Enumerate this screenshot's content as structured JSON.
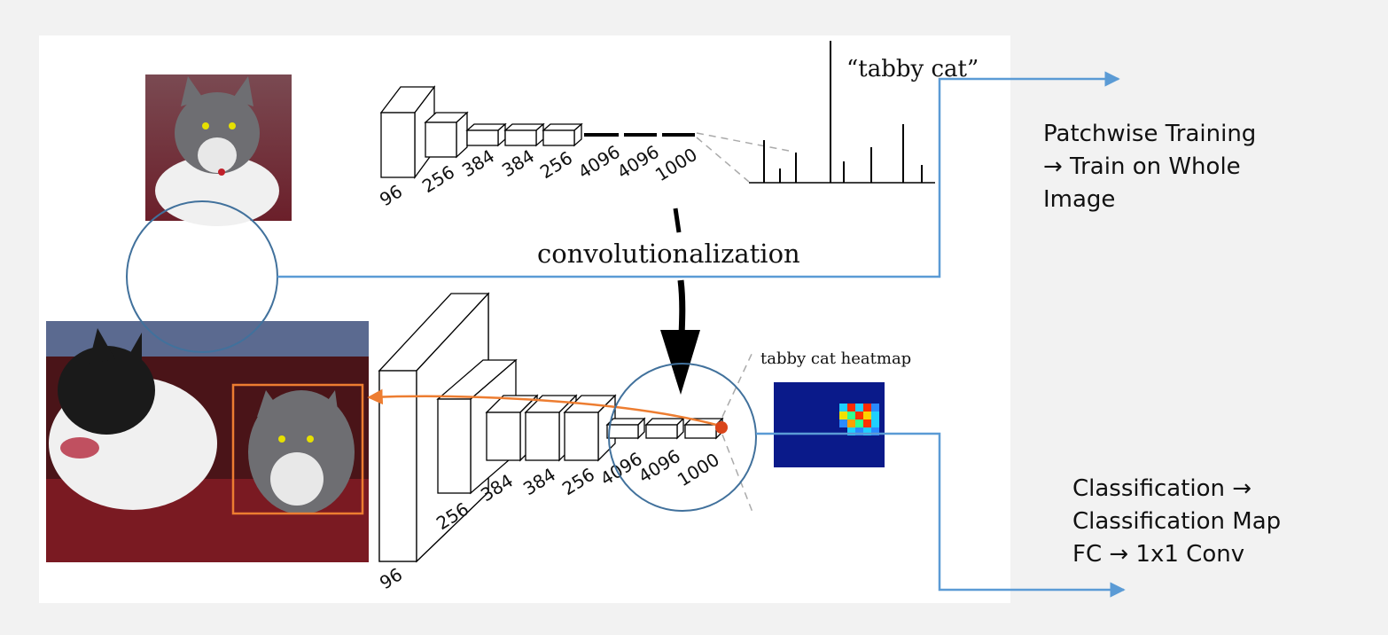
{
  "diagram": {
    "top_output_label": "“tabby cat”",
    "conversion_label": "convolutionalization",
    "heatmap_label": "tabby cat heatmap",
    "top_layer_sizes": [
      "96",
      "256",
      "384",
      "384",
      "256",
      "4096",
      "4096",
      "1000"
    ],
    "bottom_layer_sizes": [
      "96",
      "256",
      "384",
      "384",
      "256",
      "4096",
      "4096",
      "1000"
    ]
  },
  "notes": {
    "patchwise": "Patchwise Training\n→ Train on Whole\nImage",
    "classification": "Classification →\nClassification Map\nFC → 1x1 Conv"
  },
  "colors": {
    "background": "#f2f2f2",
    "panel": "#ffffff",
    "callout_blue": "#5b9bd5",
    "circle_outline": "#41719c",
    "highlight_orange": "#ed7d31",
    "marker_red": "#d9451a",
    "heatmap_bg": "#0a1a8a"
  },
  "icons": {
    "cat_photo": "cat-photo-icon",
    "dog_cat_photo": "dog-and-cat-photo-icon"
  }
}
